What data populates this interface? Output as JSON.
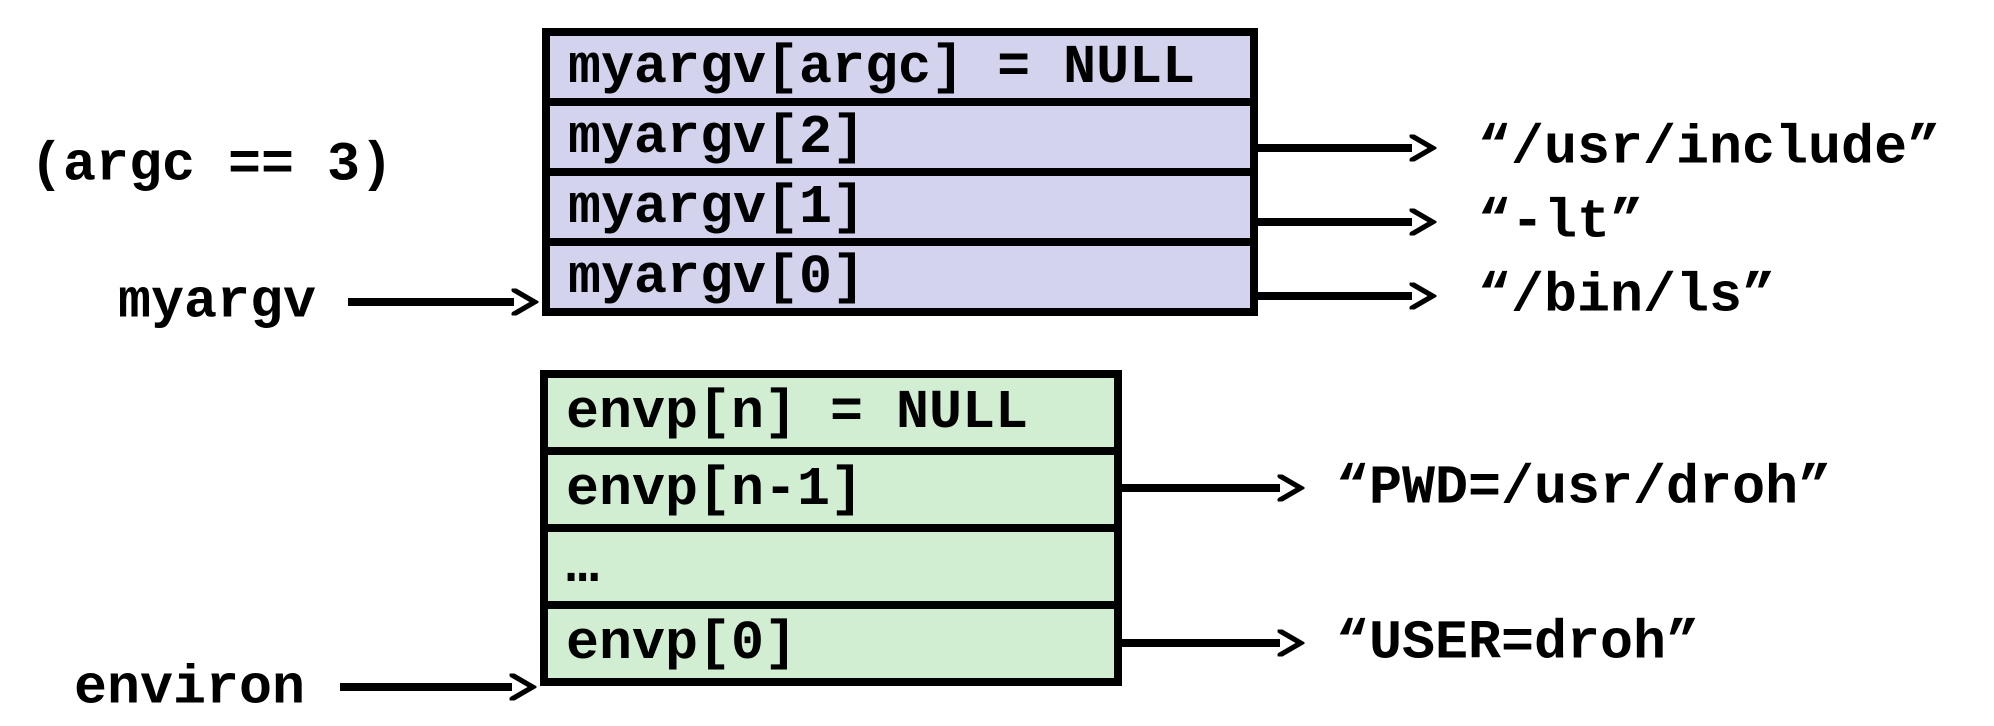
{
  "colors": {
    "argv_fill": "#d3d3ee",
    "envp_fill": "#d2eed2",
    "border": "#000000",
    "text": "#000000"
  },
  "labels": {
    "argc_note": "(argc == 3)",
    "myargv_pointer": "myargv",
    "environ_pointer": "environ"
  },
  "argv_table": {
    "rows": [
      {
        "label": "myargv[argc] = NULL",
        "value": ""
      },
      {
        "label": "myargv[2]",
        "value": "“/usr/include”"
      },
      {
        "label": "myargv[1]",
        "value": "“-lt”"
      },
      {
        "label": "myargv[0]",
        "value": "“/bin/ls”"
      }
    ]
  },
  "envp_table": {
    "rows": [
      {
        "label": "envp[n] = NULL",
        "value": ""
      },
      {
        "label": "envp[n-1]",
        "value": "“PWD=/usr/droh”"
      },
      {
        "label": "…",
        "value": ""
      },
      {
        "label": "envp[0]",
        "value": "“USER=droh”"
      }
    ]
  }
}
